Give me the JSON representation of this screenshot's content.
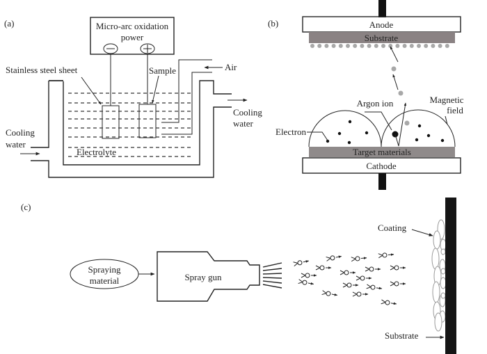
{
  "panels": {
    "a": {
      "tag": "(a)",
      "power_title_line1": "Micro-arc oxidation",
      "power_title_line2": "power",
      "negative_terminal": "−",
      "positive_terminal": "+",
      "label_stainless": "Stainless steel sheet",
      "label_sample": "Sample",
      "label_air": "Air",
      "label_cooling_in_1": "Cooling",
      "label_cooling_in_2": "water",
      "label_cooling_out_1": "Cooling",
      "label_cooling_out_2": "water",
      "label_electrolyte": "Electrolyte"
    },
    "b": {
      "tag": "(b)",
      "label_anode": "Anode",
      "label_substrate": "Substrate",
      "label_argon": "Argon ion",
      "label_magnetic_1": "Magnetic",
      "label_magnetic_2": "field",
      "label_electron": "Electron",
      "label_target": "Target materials",
      "label_cathode": "Cathode",
      "colors": {
        "substrate": "#8a8283",
        "target": "#8f8a8a",
        "particle": "#a8a8a8",
        "electrode": "#111111"
      }
    },
    "c": {
      "tag": "(c)",
      "label_spraying_1": "Spraying",
      "label_spraying_2": "material",
      "label_gun": "Spray gun",
      "label_coating": "Coating",
      "label_substrate": "Substrate",
      "colors": {
        "substrate": "#151515",
        "coating": "#9a9a9a"
      }
    }
  }
}
